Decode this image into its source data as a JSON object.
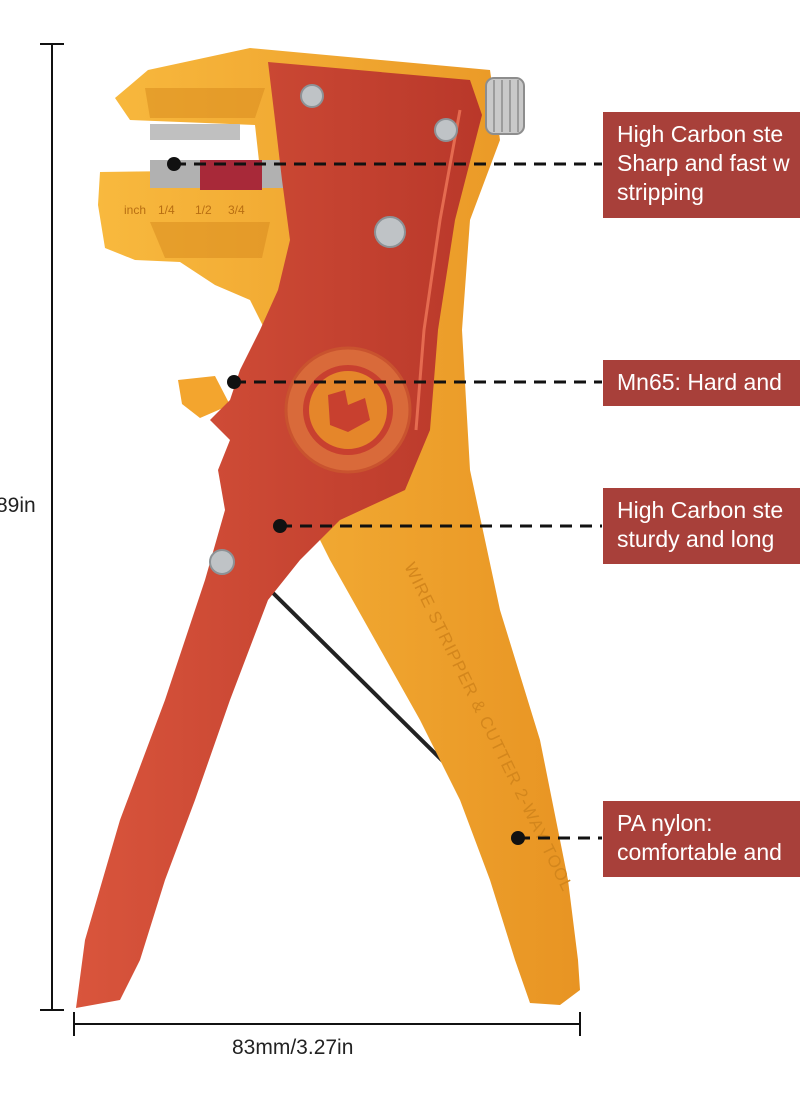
{
  "dimensions": {
    "height_label": "89in",
    "width_label": "83mm/3.27in"
  },
  "callouts": [
    {
      "lines": [
        "High Carbon ste",
        "Sharp and fast w",
        "stripping"
      ]
    },
    {
      "lines": [
        "Mn65: Hard and"
      ]
    },
    {
      "lines": [
        "High Carbon ste",
        "sturdy and long"
      ]
    },
    {
      "lines": [
        "PA nylon:",
        "comfortable and"
      ]
    }
  ],
  "product": {
    "handle_text": "WIRE STRIPPER & CUTTER 2-WAY TOOL",
    "ruler_labels": [
      "inch",
      "1/4",
      "1/2",
      "3/4"
    ]
  },
  "colors": {
    "body_red": "#c8402f",
    "handle_yellow": "#f3a52e",
    "callout_bg": "#a8403a",
    "pivot_orange": "#e5862a"
  }
}
